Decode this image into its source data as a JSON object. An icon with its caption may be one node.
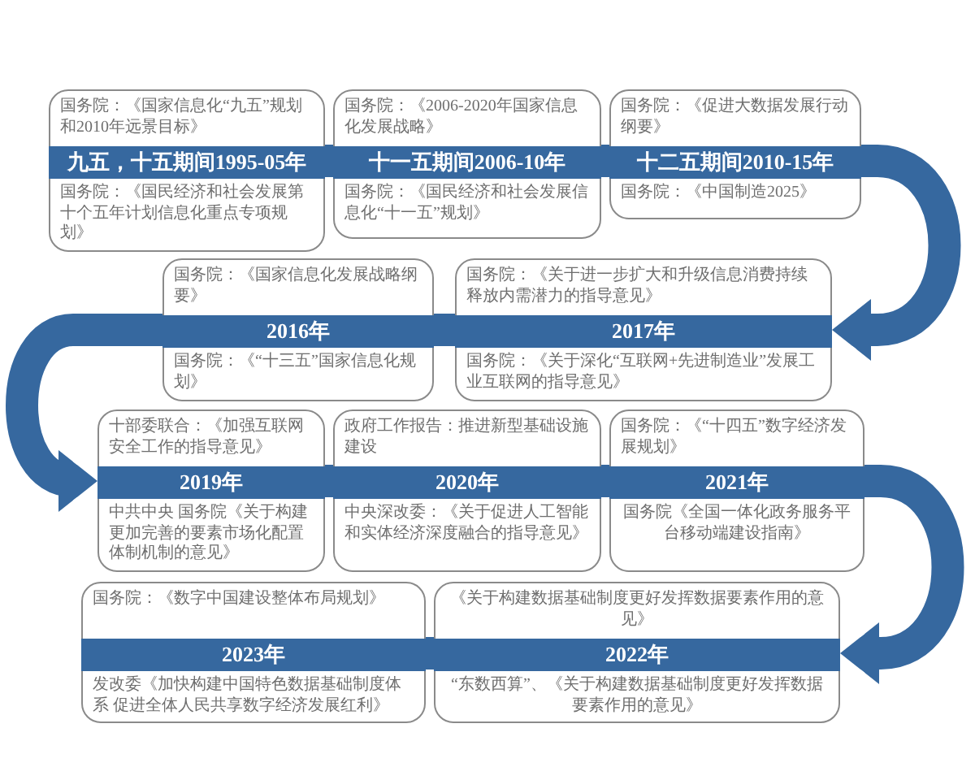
{
  "diagram": {
    "nodes": [
      {
        "text": [
          "国务院：《国家信息化“九五”规划和2010年远景目标》",
          "九五，十五期间1995-05年",
          "国务院：《国民经济和社会发展第十个五年计划信息化重点专项规划》"
        ]
      },
      {
        "text": [
          "国务院：《2006-2020年国家信息化发展战略》",
          "十一五期间2006-10年",
          "国务院：《国民经济和社会发展信息化“十一五”规划》"
        ]
      },
      {
        "text": [
          "国务院：《促进大数据发展行动纲要》",
          "十二五期间2010-15年",
          "国务院：《中国制造2025》"
        ]
      },
      {
        "text": [
          "国务院：《国家信息化发展战略纲要》",
          "2016年",
          "国务院：《“十三五”国家信息化规划》"
        ]
      },
      {
        "text": [
          "国务院：《关于进一步扩大和升级信息消费持续释放内需潜力的指导意见》",
          "2017年",
          "国务院：《关于深化“互联网+先进制造业”发展工业互联网的指导意见》"
        ]
      },
      {
        "text": [
          "十部委联合：《加强互联网安全工作的指导意见》",
          "2019年",
          "中共中央 国务院《关于构建更加完善的要素市场化配置体制机制的意见》"
        ]
      },
      {
        "text": [
          "政府工作报告：推进新型基础设施建设",
          "2020年",
          "中央深改委：《关于促进人工智能和实体经济深度融合的指导意见》"
        ]
      },
      {
        "text": [
          "国务院：《“十四五”数字经济发展规划》",
          "2021年",
          "国务院《全国一体化政务服务平台移动端建设指南》"
        ]
      },
      {
        "text": [
          "国务院：《数字中国建设整体布局规划》",
          "2023年",
          "发改委《加快构建中国特色数据基础制度体系 促进全体人民共享数字经济发展红利》"
        ]
      },
      {
        "text": [
          "《关于构建数据基础制度更好发挥数据要素作用的意见》",
          "2022年",
          "“东数西算”、《关于构建数据基础制度更好发挥数据要素作用的意见》"
        ]
      }
    ],
    "edges": [
      {
        "from": 0,
        "to": 1,
        "arrow": "none"
      },
      {
        "from": 1,
        "to": 2,
        "arrow": "none"
      },
      {
        "from": 2,
        "to": 4,
        "arrow": "to"
      },
      {
        "from": 4,
        "to": 3,
        "arrow": "none"
      },
      {
        "from": 3,
        "to": 5,
        "arrow": "to"
      },
      {
        "from": 5,
        "to": 6,
        "arrow": "none"
      },
      {
        "from": 6,
        "to": 7,
        "arrow": "none"
      },
      {
        "from": 7,
        "to": 9,
        "arrow": "to"
      },
      {
        "from": 9,
        "to": 8,
        "arrow": "none"
      }
    ]
  }
}
